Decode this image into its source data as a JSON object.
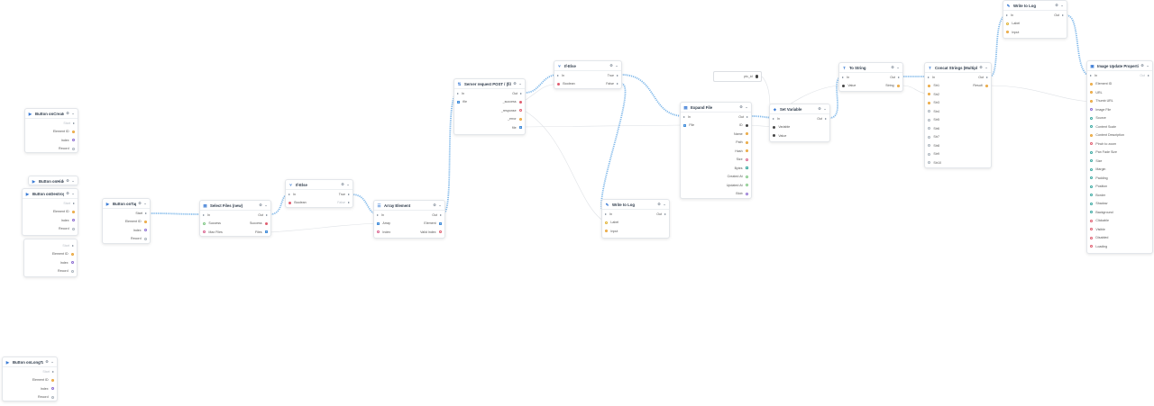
{
  "colors": {
    "wire": "#7fb8ea",
    "wire_thin": "#dfe2e6",
    "accent": "#3a7bd5"
  },
  "nodes": {
    "btn_oncreate": {
      "title": "Button onCreate",
      "icon": "play-icon",
      "rows": {
        "start": "Start",
        "element_id": "Element ID",
        "index": "Index",
        "record": "Record"
      }
    },
    "btn_onhide": {
      "title": "Button onHide",
      "icon": "play-icon"
    },
    "btn_ondestroy": {
      "title": "Button onDestroy",
      "icon": "play-icon",
      "rows": {
        "start": "Start",
        "element_id": "Element ID",
        "index": "Index",
        "record": "Record"
      }
    },
    "hidden_block": {
      "rows": {
        "start": "Start",
        "element_id": "Element ID",
        "index": "Index",
        "record": "Record"
      }
    },
    "btn_onlongtap": {
      "title": "Button onLongTap",
      "icon": "play-icon",
      "rows": {
        "start": "Start",
        "element_id": "Element ID",
        "index": "Index",
        "record": "Record"
      }
    },
    "btn_ontap": {
      "title": "Button onTap",
      "icon": "play-icon",
      "rows": {
        "start": "Start",
        "element_id": "Element ID",
        "index": "Index",
        "record": "Record"
      }
    },
    "select_files": {
      "title": "Select Files (new)",
      "icon": "file-icon",
      "rows": {
        "in": "In",
        "out": "Out",
        "success": "Success",
        "success_out": "Success",
        "max_files": "Max Files",
        "files": "Files"
      }
    },
    "if_else_1": {
      "title": "If-Else",
      "icon": "branch-icon",
      "rows": {
        "in": "In",
        "true": "True",
        "boolean": "Boolean",
        "false": "False"
      }
    },
    "array_element": {
      "title": "Array Element",
      "icon": "list-icon",
      "rows": {
        "in": "In",
        "out": "Out",
        "array": "Array",
        "element": "Element",
        "index": "Index",
        "valid_index": "Valid Index"
      }
    },
    "server_request": {
      "title": "Server request POST / (files)",
      "icon": "server-icon",
      "rows": {
        "in": "In",
        "out": "Out",
        "file": "file",
        "success": "_success",
        "response": "_response",
        "error": "_error",
        "file_out": "file"
      }
    },
    "if_else_2": {
      "title": "If-Else",
      "icon": "branch-icon",
      "rows": {
        "in": "In",
        "true": "True",
        "boolean": "Boolean",
        "false": "False"
      }
    },
    "write_log_1": {
      "title": "Write to Log",
      "icon": "log-icon",
      "rows": {
        "in": "In",
        "out": "Out",
        "label": "Label",
        "input": "Input"
      }
    },
    "expand_file": {
      "title": "Expand File",
      "icon": "file-icon",
      "rows": {
        "in": "In",
        "out": "Out",
        "file": "File",
        "id": "ID",
        "name": "Name",
        "path": "Path",
        "hash": "Hash",
        "size": "Size",
        "bytes": "Bytes",
        "created_at": "Created At",
        "updated_at": "Updated At",
        "blob": "Blob"
      }
    },
    "value_box": {
      "value": "pic_id"
    },
    "set_variable": {
      "title": "Set Variable",
      "icon": "variable-icon",
      "rows": {
        "in": "In",
        "out": "Out",
        "variable": "Variable",
        "value": "Value"
      }
    },
    "to_string": {
      "title": "To String",
      "icon": "text-icon",
      "rows": {
        "in": "In",
        "out": "Out",
        "value": "Value",
        "string": "String"
      }
    },
    "concat_strings": {
      "title": "Concat Strings (Multiple)",
      "icon": "text-icon",
      "rows": {
        "in": "In",
        "out": "Out",
        "result": "Result",
        "s1": "Str1",
        "s2": "Str2",
        "s3": "Str3",
        "s4": "Str4",
        "s5": "Str5",
        "s6": "Str6",
        "s7": "Str7",
        "s8": "Str8",
        "s9": "Str9",
        "s10": "Str10"
      }
    },
    "write_log_2": {
      "title": "Write to Log",
      "icon": "log-icon",
      "rows": {
        "in": "In",
        "out": "Out",
        "label": "Label",
        "input": "Input"
      }
    },
    "image_update": {
      "title": "Image Update Properties",
      "icon": "image-icon",
      "rows": {
        "in": "In",
        "out": "Out",
        "props": [
          "Element ID",
          "URL",
          "Thumb URL",
          "Image File",
          "Source",
          "Content Scale",
          "Content Description",
          "Pinch to zoom",
          "Pan Fade Size",
          "Size",
          "Margin",
          "Padding",
          "Position",
          "Border",
          "Shadow",
          "Background",
          "Clickable",
          "Visible",
          "Disabled",
          "Loading"
        ]
      }
    }
  }
}
